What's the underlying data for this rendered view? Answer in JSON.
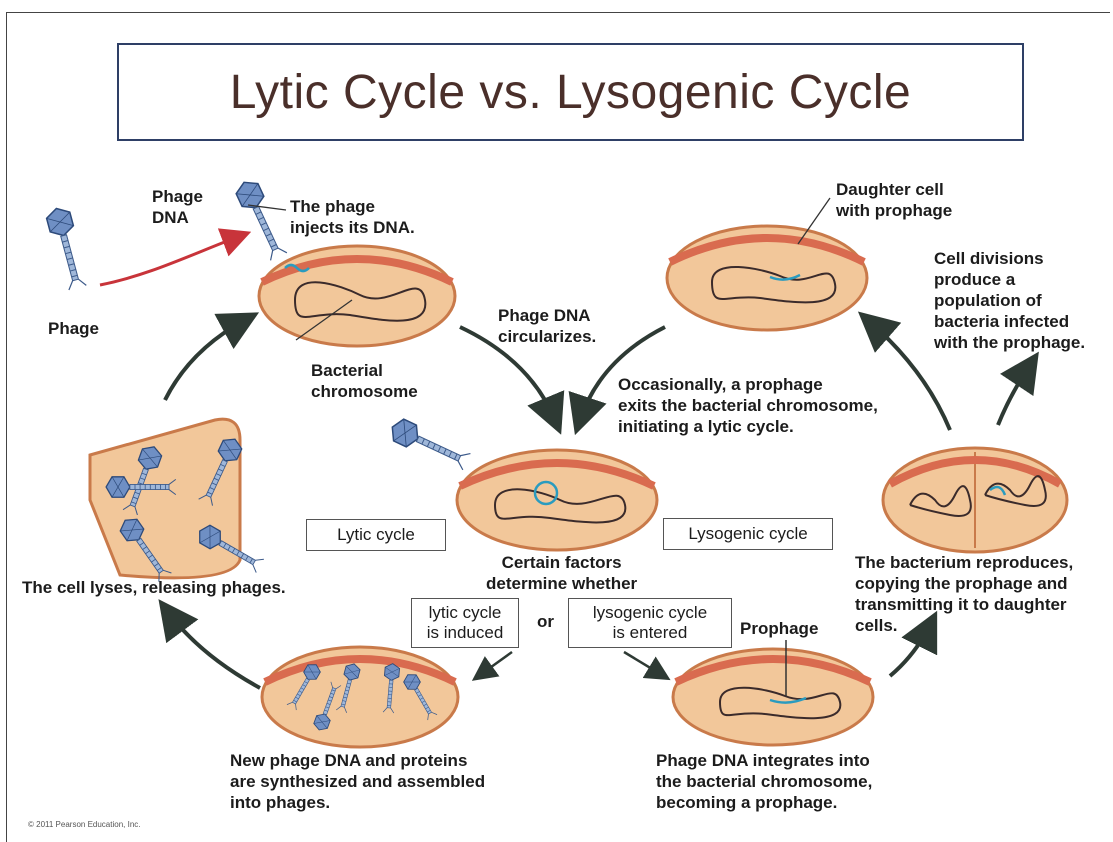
{
  "title": "Lytic Cycle vs. Lysogenic Cycle",
  "labels": {
    "phage_dna": "Phage\nDNA",
    "phage": "Phage",
    "injects": "The phage\ninjects its DNA.",
    "circularizes": "Phage DNA\ncircularizes.",
    "bacterial_chromosome": "Bacterial\nchromosome",
    "daughter_cell": "Daughter cell\nwith prophage",
    "cell_divisions": "Cell divisions\nproduce a\npopulation of\nbacteria infected\nwith the prophage.",
    "occasionally": "Occasionally, a prophage\nexits the bacterial chromosome,\ninitiating a lytic cycle.",
    "cell_lyses": "The cell lyses, releasing phages.",
    "certain_factors": "Certain factors\ndetermine whether",
    "or": "or",
    "prophage": "Prophage",
    "reproduces": "The bacterium reproduces,\ncopying the prophage and\ntransmitting it to daughter\ncells.",
    "new_phage": "New phage DNA and proteins\nare synthesized and assembled\ninto phages.",
    "integrates": "Phage DNA integrates into\nthe bacterial chromosome,\nbecoming a prophage."
  },
  "boxes": {
    "lytic_cycle": "Lytic cycle",
    "lysogenic_cycle": "Lysogenic cycle",
    "lytic_induced": "lytic cycle\nis induced",
    "lysogenic_entered": "lysogenic cycle\nis entered"
  },
  "copyright": "© 2011 Pearson Education, Inc.",
  "colors": {
    "cell_fill": "#f2c79a",
    "cell_border": "#c97a4a",
    "cell_top": "#d96b4f",
    "chromosome": "#3b2b2b",
    "phage_dna": "#2a9bbf",
    "phage_head": "#6f8fc4",
    "arrow_dark": "#2e3a34",
    "arrow_red": "#c8343a"
  }
}
